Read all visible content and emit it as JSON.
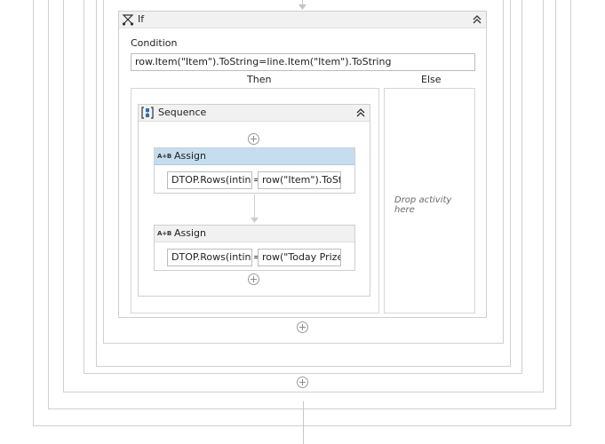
{
  "if_activity": {
    "title": "If",
    "condition_label": "Condition",
    "condition_value": "row.Item(\"Item\").ToString=line.Item(\"Item\").ToString",
    "then_label": "Then",
    "else_label": "Else",
    "else_placeholder": "Drop activity here"
  },
  "sequence": {
    "title": "Sequence",
    "assigns": [
      {
        "title": "Assign",
        "badge": "A+B",
        "to": "DTOP.Rows(intinde",
        "equals": "=",
        "value": "row(\"Item\").ToStrin"
      },
      {
        "title": "Assign",
        "badge": "A+B",
        "to": "DTOP.Rows(intinde",
        "equals": "=",
        "value": "row(\"Today Prize\")"
      }
    ]
  },
  "colors": {
    "selected_header": "#c6ddf0",
    "header": "#f1f1f1",
    "border": "#cfcfcf"
  }
}
